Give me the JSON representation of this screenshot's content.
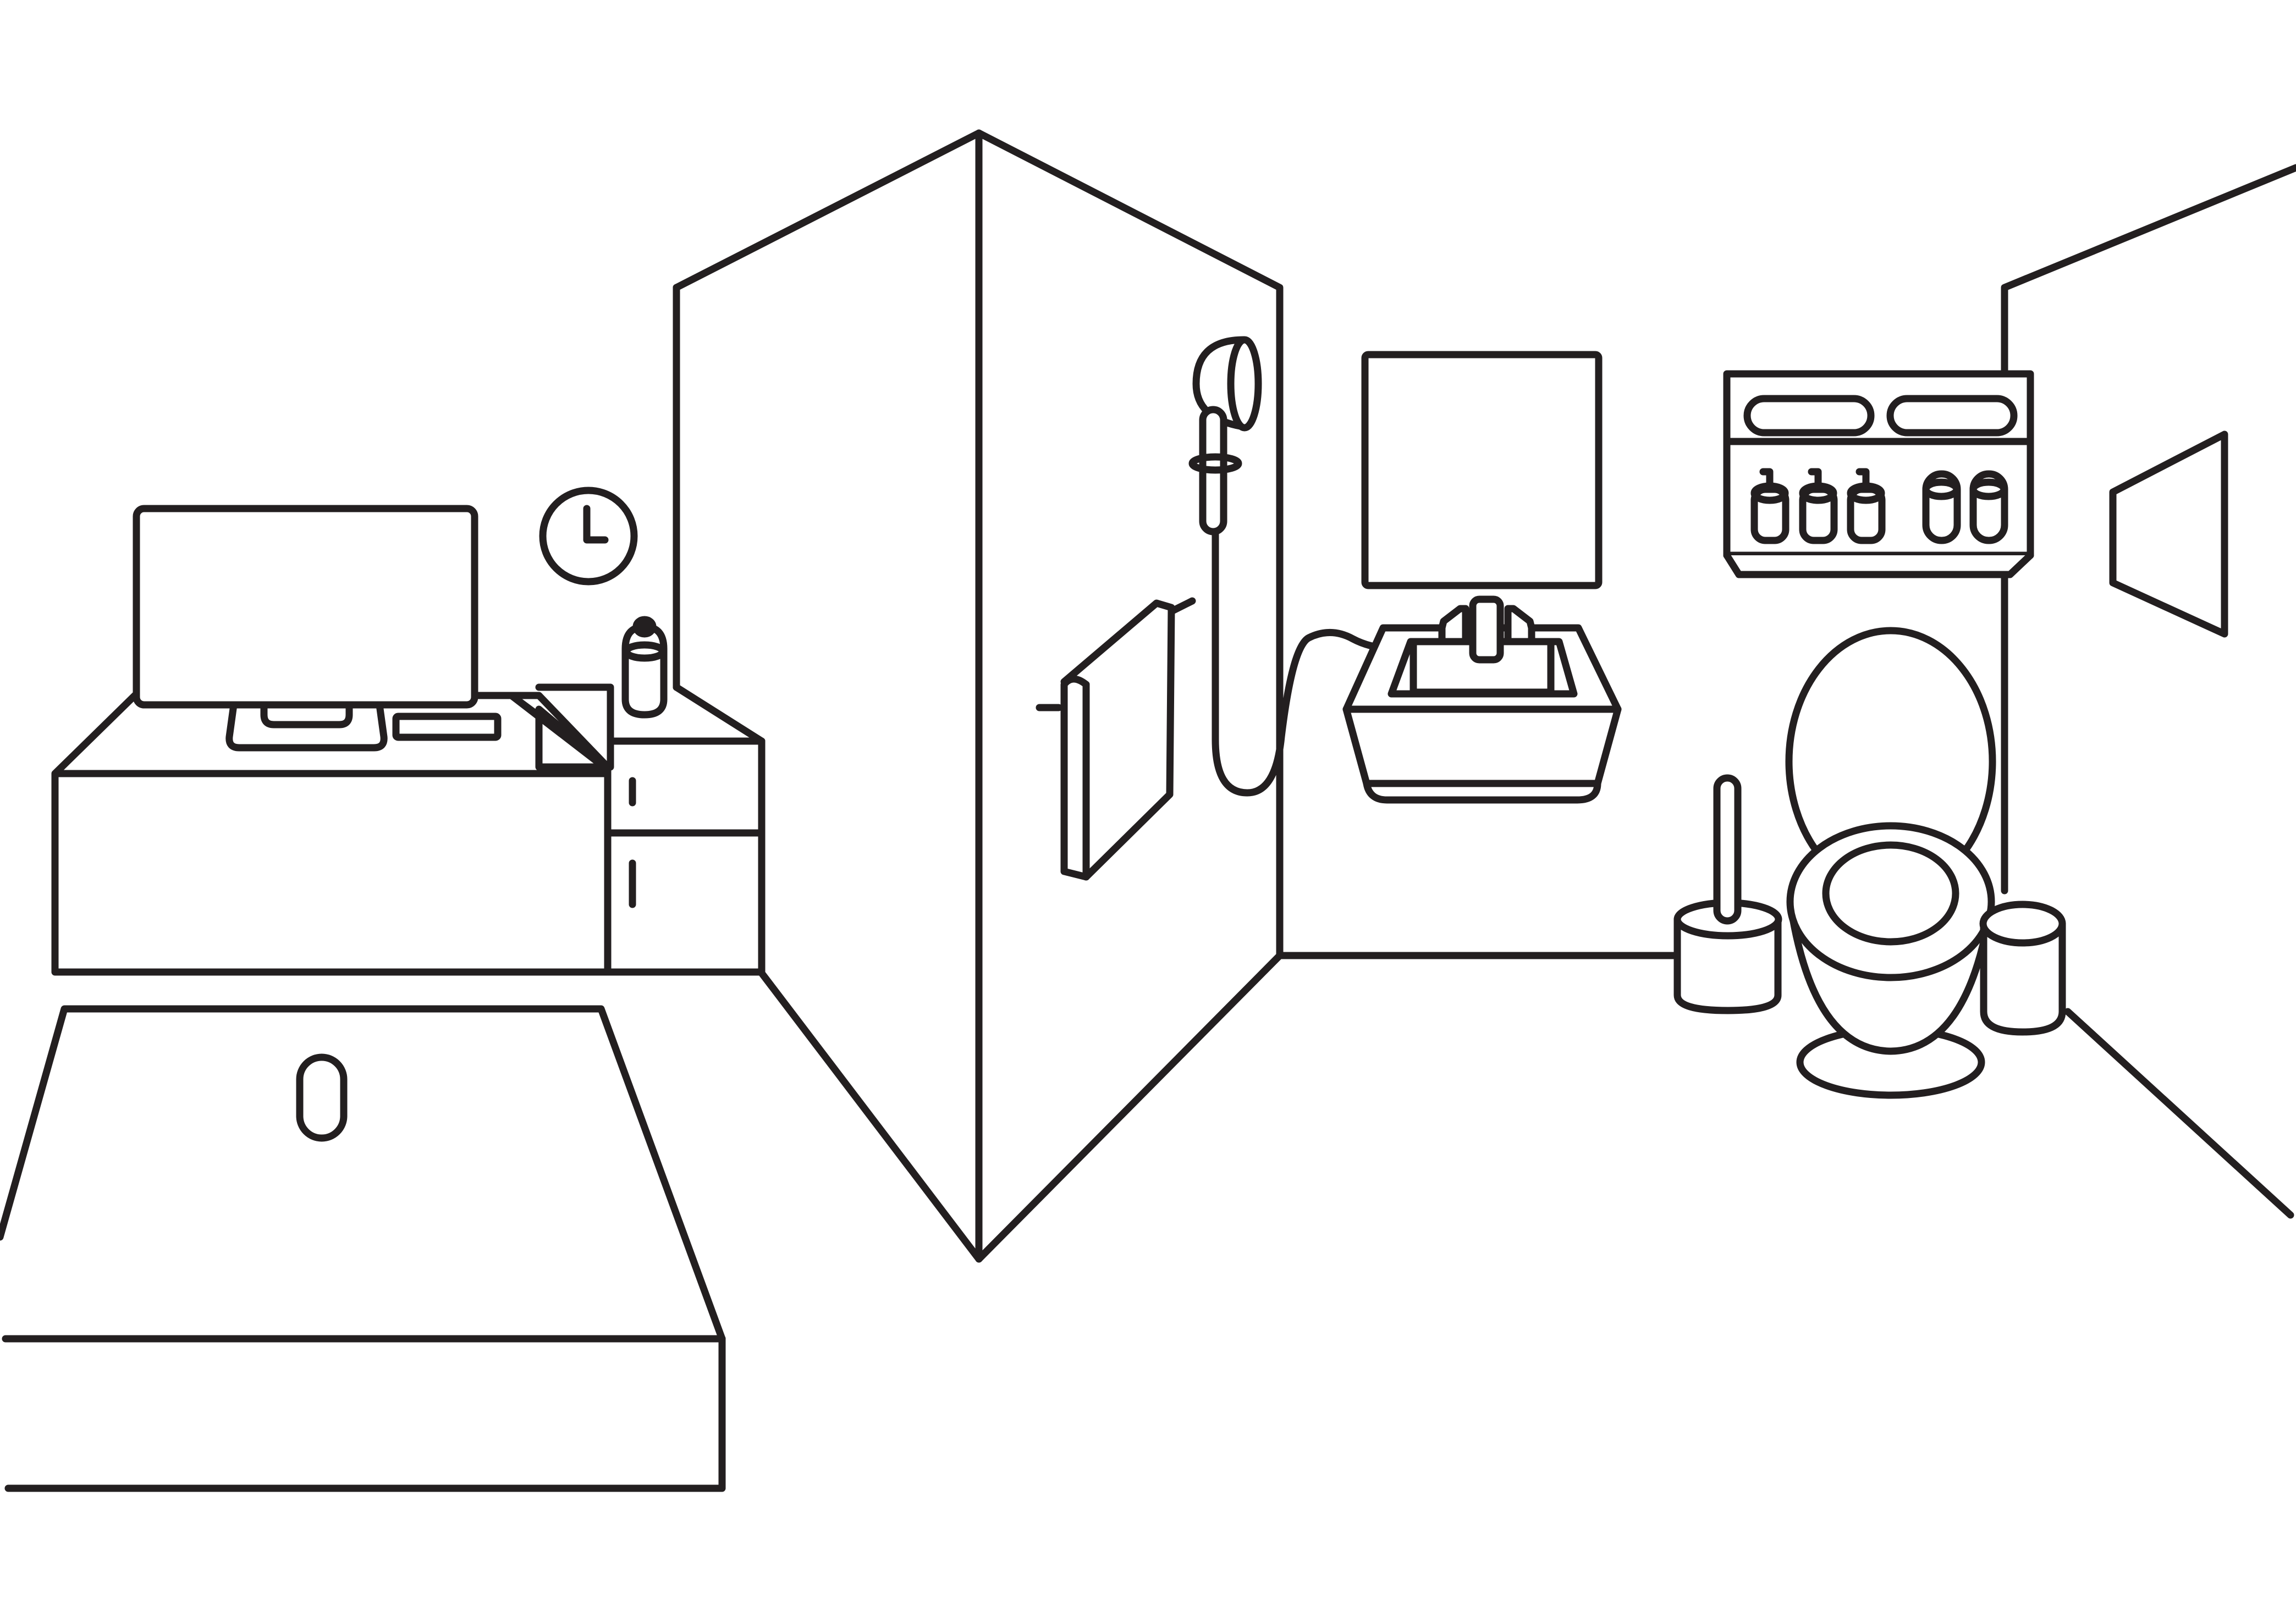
{
  "illustration": {
    "title": "",
    "line_color": "#231f20",
    "background_color": "#ffffff",
    "style": "black outline line-art coloring page",
    "objects": [
      "monitor",
      "wall-clock",
      "keyboard",
      "desk",
      "cabinet",
      "bottle",
      "bed",
      "partition-wall",
      "towel-rail",
      "shower-head",
      "mirror",
      "sink",
      "shelf",
      "toilet",
      "toilet-brush",
      "toilet-paper-roll",
      "wall-picture"
    ]
  }
}
